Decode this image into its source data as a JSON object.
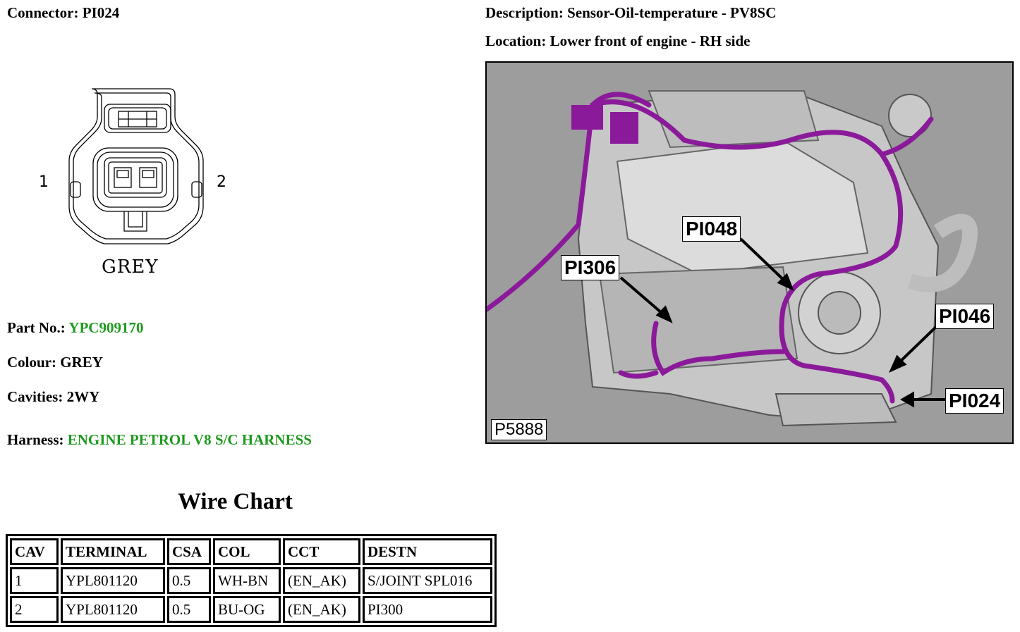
{
  "connector": {
    "label": "Connector:",
    "value": "PI024"
  },
  "description": {
    "label": "Description:",
    "value": "Sensor-Oil-temperature - PV8SC"
  },
  "location": {
    "label": "Location:",
    "value": "Lower front of engine - RH side"
  },
  "diagram": {
    "pin_left": "1",
    "pin_right": "2",
    "color_label": "GREY"
  },
  "part_no": {
    "label": "Part No.:",
    "value": "YPC909170"
  },
  "colour": {
    "label": "Colour:",
    "value": "GREY"
  },
  "cavities": {
    "label": "Cavities:",
    "value": "2WY"
  },
  "harness": {
    "label": "Harness:",
    "value": "ENGINE PETROL V8 S/C HARNESS"
  },
  "wire_chart": {
    "title": "Wire Chart",
    "headers": [
      "CAV",
      "TERMINAL",
      "CSA",
      "COL",
      "CCT",
      "DESTN"
    ],
    "rows": [
      [
        "1",
        "YPL801120",
        "0.5",
        "WH-BN",
        "(EN_AK)",
        "S/JOINT SPL016"
      ],
      [
        "2",
        "YPL801120",
        "0.5",
        "BU-OG",
        "(EN_AK)",
        "PI300"
      ]
    ]
  },
  "photo": {
    "callouts": [
      "PI048",
      "PI306",
      "PI046",
      "PI024"
    ],
    "figure_id": "P5888",
    "harness_color": "#8b1a9a"
  },
  "colors": {
    "green_text": "#1e9a1e",
    "harness": "#8b1a9a"
  }
}
